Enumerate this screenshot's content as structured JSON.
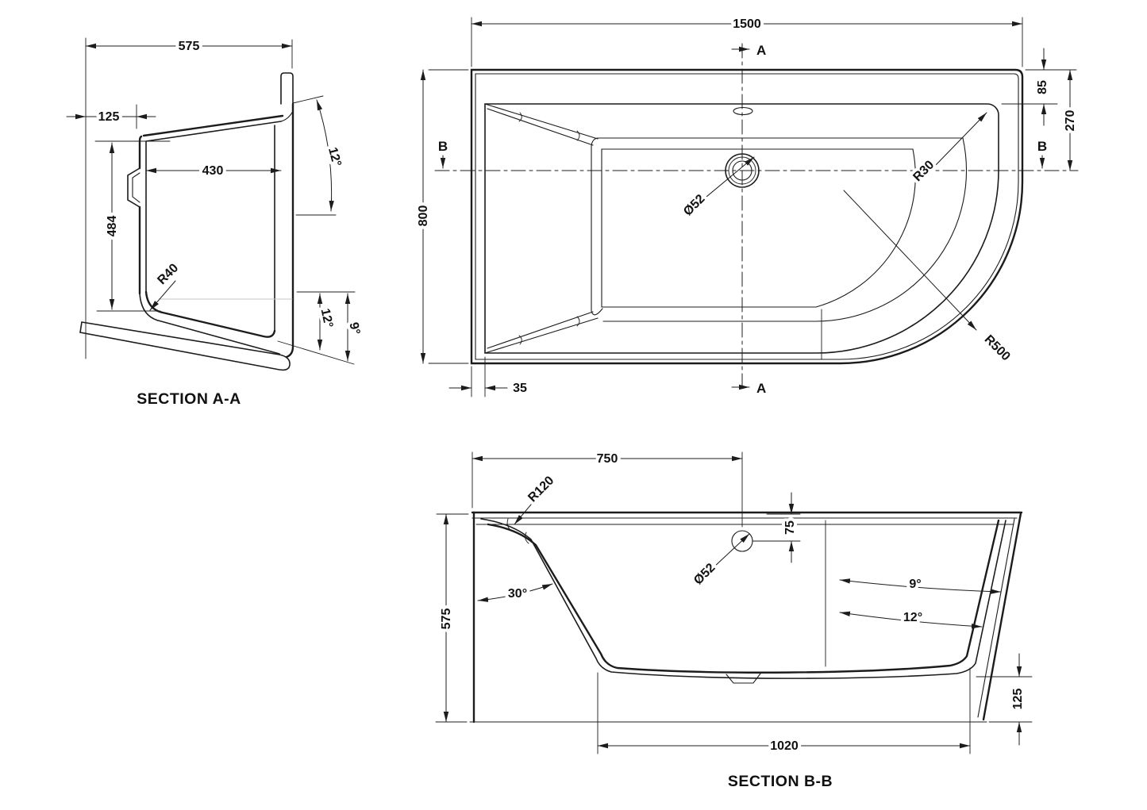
{
  "colors": {
    "background": "#ffffff",
    "line": "#1c1c1c",
    "text": "#111111"
  },
  "section_aa": {
    "label": "SECTION A-A",
    "dims": {
      "overall_width": "575",
      "rim_offset": "125",
      "inner_width": "430",
      "inner_height": "484",
      "corner_radius": "R40",
      "wall_angle": "12°",
      "floor_angle": "12°",
      "skirt_angle": "9°"
    }
  },
  "plan": {
    "dims": {
      "length": "1500",
      "width": "800",
      "rim_inset": "85",
      "rim_to_centreline": "270",
      "wall_thickness": "35",
      "corner_radius": "R30",
      "end_radius": "R500",
      "waste_diameter": "Ø52"
    },
    "section_markers": {
      "a": "A",
      "b": "B"
    }
  },
  "section_bb": {
    "label": "SECTION B-B",
    "dims": {
      "waste_from_left": "750",
      "backrest_radius": "R120",
      "waste_diameter": "Ø52",
      "waste_depth": "75",
      "backrest_angle": "30°",
      "wall_angle_inner": "9°",
      "wall_angle_outer": "12°",
      "overall_height": "575",
      "base_height": "125",
      "floor_length": "1020"
    }
  }
}
